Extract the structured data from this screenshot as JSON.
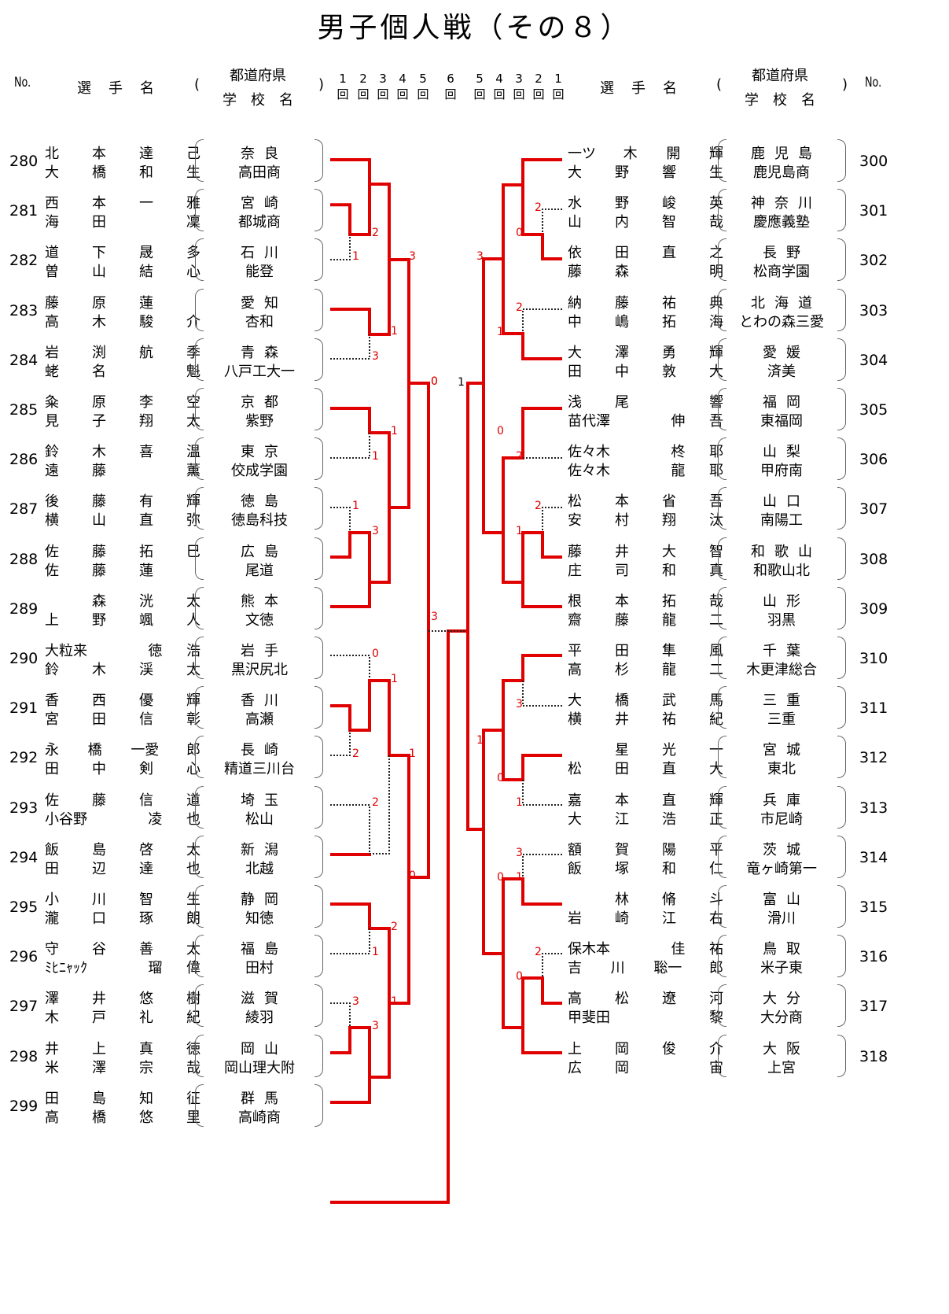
{
  "title": "男子個人戦（その８）",
  "header": {
    "no": "No.",
    "name": "選　手　名",
    "paren_open": "(",
    "paren_close": ")",
    "pref": "都道府県",
    "school": "学　校　名",
    "rounds_left": [
      [
        "1",
        "回"
      ],
      [
        "2",
        "回"
      ],
      [
        "3",
        "回"
      ],
      [
        "4",
        "回"
      ],
      [
        "5",
        "回"
      ],
      [
        "6",
        "回"
      ]
    ],
    "rounds_right": [
      [
        "5",
        "回"
      ],
      [
        "4",
        "回"
      ],
      [
        "3",
        "回"
      ],
      [
        "2",
        "回"
      ],
      [
        "1",
        "回"
      ]
    ]
  },
  "left": [
    {
      "no": "280",
      "p1": [
        "北",
        "本",
        "達",
        "己"
      ],
      "p2": [
        "大",
        "橋",
        "和",
        "生"
      ],
      "pref": "奈良",
      "school": "高田商"
    },
    {
      "no": "281",
      "p1": [
        "西",
        "本",
        "一",
        "雅"
      ],
      "p2": [
        "海",
        "田",
        "",
        "凜"
      ],
      "pref": "宮崎",
      "school": "都城商"
    },
    {
      "no": "282",
      "p1": [
        "道",
        "下",
        "晟",
        "多"
      ],
      "p2": [
        "曽",
        "山",
        "結",
        "心"
      ],
      "pref": "石川",
      "school": "能登"
    },
    {
      "no": "283",
      "p1": [
        "藤",
        "原",
        "蓮",
        ""
      ],
      "p2": [
        "高",
        "木",
        "駿",
        "介"
      ],
      "pref": "愛知",
      "school": "杏和"
    },
    {
      "no": "284",
      "p1": [
        "岩",
        "渕",
        "航",
        "季"
      ],
      "p2": [
        "蛯",
        "名",
        "",
        "魁"
      ],
      "pref": "青森",
      "school": "八戸工大一"
    },
    {
      "no": "285",
      "p1": [
        "粂",
        "原",
        "李",
        "空"
      ],
      "p2": [
        "見",
        "子",
        "翔",
        "太"
      ],
      "pref": "京都",
      "school": "紫野"
    },
    {
      "no": "286",
      "p1": [
        "鈴",
        "木",
        "喜",
        "温"
      ],
      "p2": [
        "遠",
        "藤",
        "",
        "薫"
      ],
      "pref": "東京",
      "school": "佼成学園"
    },
    {
      "no": "287",
      "p1": [
        "後",
        "藤",
        "有",
        "輝"
      ],
      "p2": [
        "横",
        "山",
        "直",
        "弥"
      ],
      "pref": "徳島",
      "school": "徳島科技"
    },
    {
      "no": "288",
      "p1": [
        "佐",
        "藤",
        "拓",
        "巳"
      ],
      "p2": [
        "佐",
        "藤",
        "蓮",
        ""
      ],
      "pref": "広島",
      "school": "尾道"
    },
    {
      "no": "289",
      "p1": [
        "",
        "森",
        "洸",
        "太"
      ],
      "p2": [
        "上",
        "野",
        "颯",
        "人"
      ],
      "pref": "熊本",
      "school": "文徳"
    },
    {
      "no": "290",
      "p1": [
        "大粒来",
        "",
        "徳",
        "浩"
      ],
      "p2": [
        "鈴",
        "木",
        "渓",
        "太"
      ],
      "pref": "岩手",
      "school": "黒沢尻北"
    },
    {
      "no": "291",
      "p1": [
        "香",
        "西",
        "優",
        "輝"
      ],
      "p2": [
        "宮",
        "田",
        "信",
        "彰"
      ],
      "pref": "香川",
      "school": "高瀬"
    },
    {
      "no": "292",
      "p1": [
        "永",
        "橋",
        "一愛",
        "郎"
      ],
      "p2": [
        "田",
        "中",
        "剣",
        "心"
      ],
      "pref": "長崎",
      "school": "精道三川台"
    },
    {
      "no": "293",
      "p1": [
        "佐",
        "藤",
        "信",
        "道"
      ],
      "p2": [
        "小谷野",
        "",
        "凌",
        "也"
      ],
      "pref": "埼玉",
      "school": "松山"
    },
    {
      "no": "294",
      "p1": [
        "飯",
        "島",
        "啓",
        "太"
      ],
      "p2": [
        "田",
        "辺",
        "達",
        "也"
      ],
      "pref": "新潟",
      "school": "北越"
    },
    {
      "no": "295",
      "p1": [
        "小",
        "川",
        "智",
        "生"
      ],
      "p2": [
        "瀧",
        "口",
        "琢",
        "朗"
      ],
      "pref": "静岡",
      "school": "知徳"
    },
    {
      "no": "296",
      "p1": [
        "守",
        "谷",
        "善",
        "太"
      ],
      "p2": [
        "ﾐﾋﾆｬｯｸ",
        "",
        "瑠",
        "偉"
      ],
      "pref": "福島",
      "school": "田村"
    },
    {
      "no": "297",
      "p1": [
        "澤",
        "井",
        "悠",
        "樹"
      ],
      "p2": [
        "木",
        "戸",
        "礼",
        "紀"
      ],
      "pref": "滋賀",
      "school": "綾羽"
    },
    {
      "no": "298",
      "p1": [
        "井",
        "上",
        "真",
        "徳"
      ],
      "p2": [
        "米",
        "澤",
        "宗",
        "哉"
      ],
      "pref": "岡山",
      "school": "岡山理大附"
    },
    {
      "no": "299",
      "p1": [
        "田",
        "島",
        "知",
        "征"
      ],
      "p2": [
        "高",
        "橋",
        "悠",
        "里"
      ],
      "pref": "群馬",
      "school": "高崎商"
    }
  ],
  "right": [
    {
      "no": "300",
      "p1": [
        "一ツ",
        "木",
        "開",
        "輝"
      ],
      "p2": [
        "大",
        "野",
        "響",
        "生"
      ],
      "pref": "鹿児島",
      "school": "鹿児島商"
    },
    {
      "no": "301",
      "p1": [
        "水",
        "野",
        "峻",
        "英"
      ],
      "p2": [
        "山",
        "内",
        "智",
        "哉"
      ],
      "pref": "神奈川",
      "school": "慶應義塾"
    },
    {
      "no": "302",
      "p1": [
        "依",
        "田",
        "直",
        "之"
      ],
      "p2": [
        "藤",
        "森",
        "",
        "明"
      ],
      "pref": "長野",
      "school": "松商学園"
    },
    {
      "no": "303",
      "p1": [
        "納",
        "藤",
        "祐",
        "典"
      ],
      "p2": [
        "中",
        "嶋",
        "拓",
        "海"
      ],
      "pref": "北海道",
      "school": "とわの森三愛"
    },
    {
      "no": "304",
      "p1": [
        "大",
        "澤",
        "勇",
        "輝"
      ],
      "p2": [
        "田",
        "中",
        "敦",
        "大"
      ],
      "pref": "愛媛",
      "school": "済美"
    },
    {
      "no": "305",
      "p1": [
        "浅",
        "尾",
        "",
        "響"
      ],
      "p2": [
        "苗代澤",
        "",
        "伸",
        "吾"
      ],
      "pref": "福岡",
      "school": "東福岡"
    },
    {
      "no": "306",
      "p1": [
        "佐々木",
        "",
        "柊",
        "耶"
      ],
      "p2": [
        "佐々木",
        "",
        "龍",
        "耶"
      ],
      "pref": "山梨",
      "school": "甲府南"
    },
    {
      "no": "307",
      "p1": [
        "松",
        "本",
        "省",
        "吾"
      ],
      "p2": [
        "安",
        "村",
        "翔",
        "汰"
      ],
      "pref": "山口",
      "school": "南陽工"
    },
    {
      "no": "308",
      "p1": [
        "藤",
        "井",
        "大",
        "智"
      ],
      "p2": [
        "庄",
        "司",
        "和",
        "真"
      ],
      "pref": "和歌山",
      "school": "和歌山北"
    },
    {
      "no": "309",
      "p1": [
        "根",
        "本",
        "拓",
        "哉"
      ],
      "p2": [
        "齋",
        "藤",
        "龍",
        "二"
      ],
      "pref": "山形",
      "school": "羽黒"
    },
    {
      "no": "310",
      "p1": [
        "平",
        "田",
        "隼",
        "風"
      ],
      "p2": [
        "高",
        "杉",
        "龍",
        "二"
      ],
      "pref": "千葉",
      "school": "木更津総合"
    },
    {
      "no": "311",
      "p1": [
        "大",
        "橋",
        "武",
        "馬"
      ],
      "p2": [
        "横",
        "井",
        "祐",
        "紀"
      ],
      "pref": "三重",
      "school": "三重"
    },
    {
      "no": "312",
      "p1": [
        "",
        "星",
        "光",
        "一"
      ],
      "p2": [
        "松",
        "田",
        "直",
        "大"
      ],
      "pref": "宮城",
      "school": "東北"
    },
    {
      "no": "313",
      "p1": [
        "嘉",
        "本",
        "直",
        "輝"
      ],
      "p2": [
        "大",
        "江",
        "浩",
        "正"
      ],
      "pref": "兵庫",
      "school": "市尼崎"
    },
    {
      "no": "314",
      "p1": [
        "額",
        "賀",
        "陽",
        "平"
      ],
      "p2": [
        "飯",
        "塚",
        "和",
        "仁"
      ],
      "pref": "茨城",
      "school": "竜ヶ崎第一"
    },
    {
      "no": "315",
      "p1": [
        "",
        "林",
        "脩",
        "斗"
      ],
      "p2": [
        "岩",
        "崎",
        "江",
        "右"
      ],
      "pref": "富山",
      "school": "滑川"
    },
    {
      "no": "316",
      "p1": [
        "保木本",
        "",
        "佳",
        "祐"
      ],
      "p2": [
        "吉",
        "川",
        "聡一",
        "郎"
      ],
      "pref": "鳥取",
      "school": "米子東"
    },
    {
      "no": "317",
      "p1": [
        "高",
        "松",
        "遼",
        "河"
      ],
      "p2": [
        "甲斐田",
        "",
        "",
        "黎"
      ],
      "pref": "大分",
      "school": "大分商"
    },
    {
      "no": "318",
      "p1": [
        "上",
        "岡",
        "俊",
        "介"
      ],
      "p2": [
        "広",
        "岡",
        "",
        "宙"
      ],
      "pref": "大阪",
      "school": "上宮"
    }
  ],
  "scores_left": {
    "r1": [
      "2",
      "1",
      "1",
      "3",
      "1",
      "1",
      "1",
      "3",
      "0",
      "1",
      "2",
      "2",
      "2",
      "1",
      "3"
    ],
    "r2": [
      "3",
      "1",
      "0",
      "3",
      "0",
      "1"
    ],
    "r3": [
      "0",
      "3"
    ]
  },
  "scores_right": {
    "r1": [
      "2",
      "0",
      "2",
      "1",
      "0",
      "2",
      "2",
      "1",
      "2",
      "3",
      "1",
      "1",
      "3",
      "0",
      "0",
      "0"
    ],
    "r2": [
      "3",
      "1"
    ]
  }
}
